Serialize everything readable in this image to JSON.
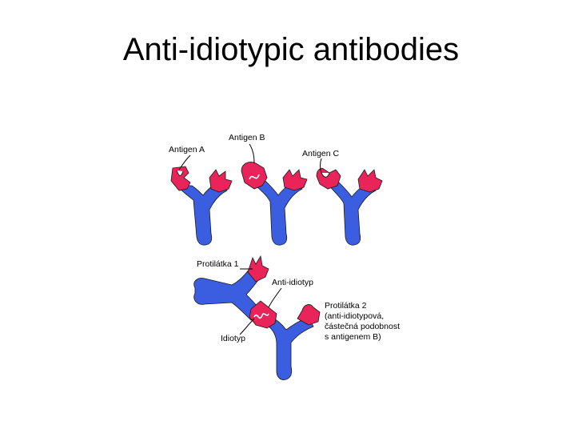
{
  "title": "Anti-idiotypic antibodies",
  "colors": {
    "antibody_body": "#3b5ee0",
    "antigen_region": "#e8245a",
    "outline": "#1a1a1a"
  },
  "labels": {
    "antigen_a": "Antigen A",
    "antigen_b": "Antigen B",
    "antigen_c": "Antigen C",
    "protilatka_1": "Protilátka 1",
    "anti_idiotyp": "Anti-idiotyp",
    "idiotyp": "Idiotyp",
    "protilatka_2_lines": [
      "Protilátka 2",
      "(anti-idiotypová,",
      "částečná podobnost",
      "s antigenem B)"
    ]
  }
}
